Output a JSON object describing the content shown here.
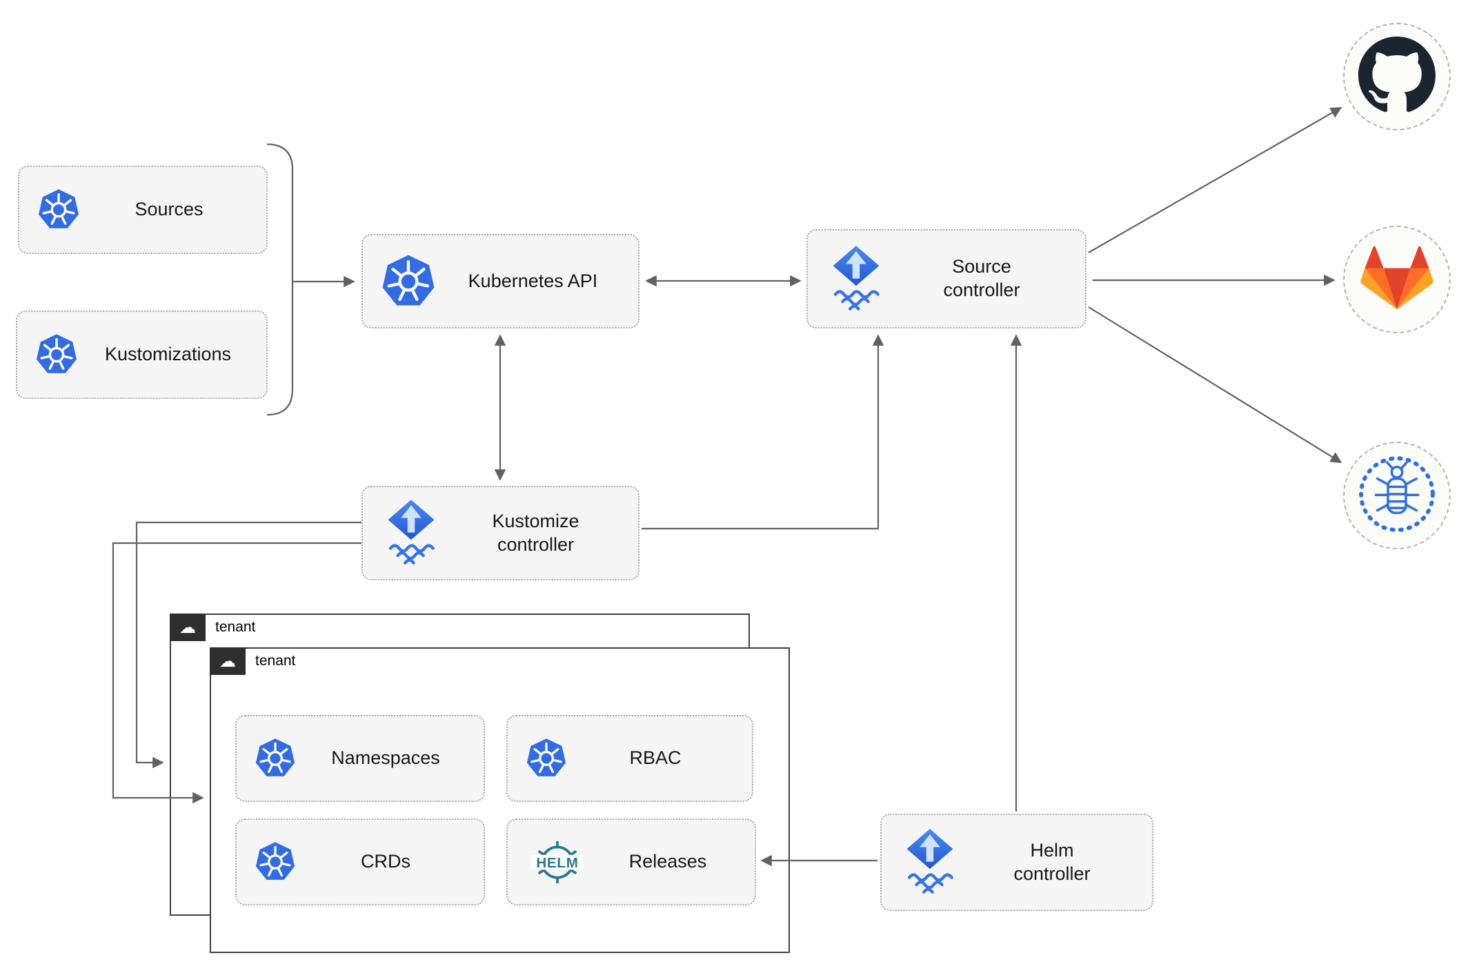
{
  "diagram": {
    "nodes": {
      "sources": "Sources",
      "kustomizations": "Kustomizations",
      "kubernetes_api": "Kubernetes API",
      "source_controller": "Source controller",
      "kustomize_controller": "Kustomize controller",
      "helm_controller": "Helm controller",
      "namespaces": "Namespaces",
      "rbac": "RBAC",
      "crds": "CRDs",
      "releases": "Releases"
    },
    "tenants": [
      {
        "label": "tenant",
        "icon": "cloud-icon",
        "glyph": "☁"
      },
      {
        "label": "tenant",
        "icon": "cloud-icon",
        "glyph": "☁"
      }
    ],
    "helm_logo_text": "HELM",
    "icons": {
      "kubernetes": "kubernetes-wheel-icon",
      "flux": "flux-diamond-icon",
      "helm": "helm-wheel-icon",
      "github": "github-octocat-icon",
      "gitlab": "gitlab-tanuki-icon",
      "registry": "bug-icon",
      "cloud": "cloud-icon"
    },
    "colors": {
      "kubernetes_blue": "#326ce5",
      "flux_blue_light": "#4a8af4",
      "flux_blue_dark": "#2257d0",
      "helm_teal": "#27798f",
      "github_dark": "#1b2530",
      "gitlab_red": "#e24329",
      "gitlab_orange": "#fc6d26",
      "gitlab_amber": "#fca326",
      "registry_blue": "#2f6fe4",
      "connector_gray": "#616161",
      "node_fill": "#f5f5f5"
    },
    "edges": [
      "sources + kustomizations -> kubernetes-api",
      "kubernetes-api <-> source-controller",
      "kubernetes-api <-> kustomize-controller",
      "kustomize-controller -> source-controller",
      "kustomize-controller -> tenant (back)",
      "kustomize-controller -> tenant (front)",
      "helm-controller -> source-controller",
      "helm-controller -> releases",
      "source-controller -> github",
      "source-controller -> gitlab",
      "source-controller -> registry"
    ]
  }
}
